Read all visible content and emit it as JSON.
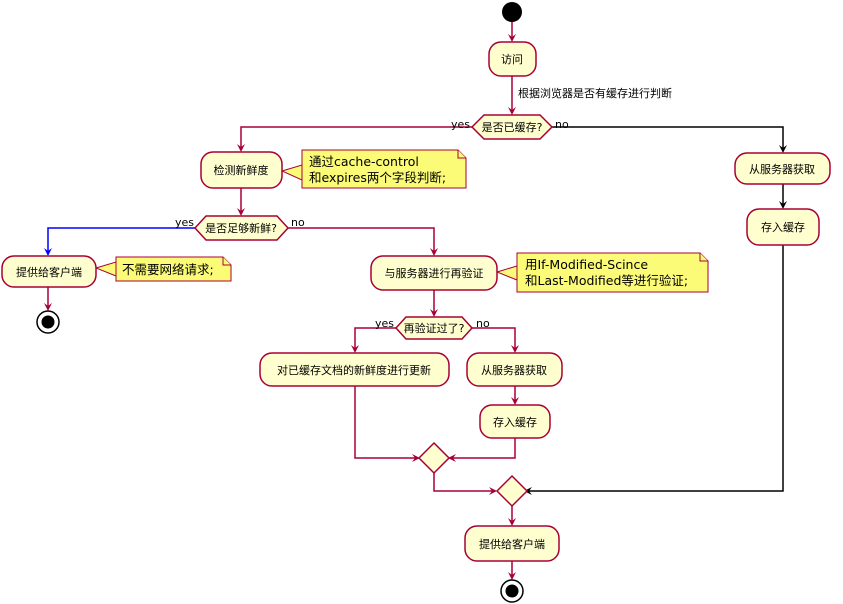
{
  "nodes": {
    "visit": "访问",
    "check_fresh": "检测新鲜度",
    "provide_client_1": "提供给客户端",
    "revalidate": "与服务器进行再验证",
    "update_cached": "对已缓存文档的新鲜度进行更新",
    "fetch_server_1": "从服务器获取",
    "store_cache_1": "存入缓存",
    "fetch_server_2": "从服务器获取",
    "store_cache_2": "存入缓存",
    "provide_client_2": "提供给客户端"
  },
  "decisions": {
    "is_cached": "是否已缓存?",
    "fresh_enough": "是否足够新鲜?",
    "revalidated": "再验证过了?"
  },
  "labels": {
    "judge_cache": "根据浏览器是否有缓存进行判断",
    "yes": "yes",
    "no": "no"
  },
  "notes": {
    "cache_control_line1": "通过cache-control",
    "cache_control_line2": "和expires两个字段判断;",
    "no_network": "不需要网络请求;",
    "if_modified_line1": "用If-Modified-Scince",
    "if_modified_line2": "和Last-Modified等进行验证;"
  },
  "colors": {
    "node_fill": "#FEFECE",
    "border": "#A80036",
    "note_fill": "#FBFB77",
    "yes_branch_blue": "#0000FF",
    "black_branch": "#000000"
  }
}
